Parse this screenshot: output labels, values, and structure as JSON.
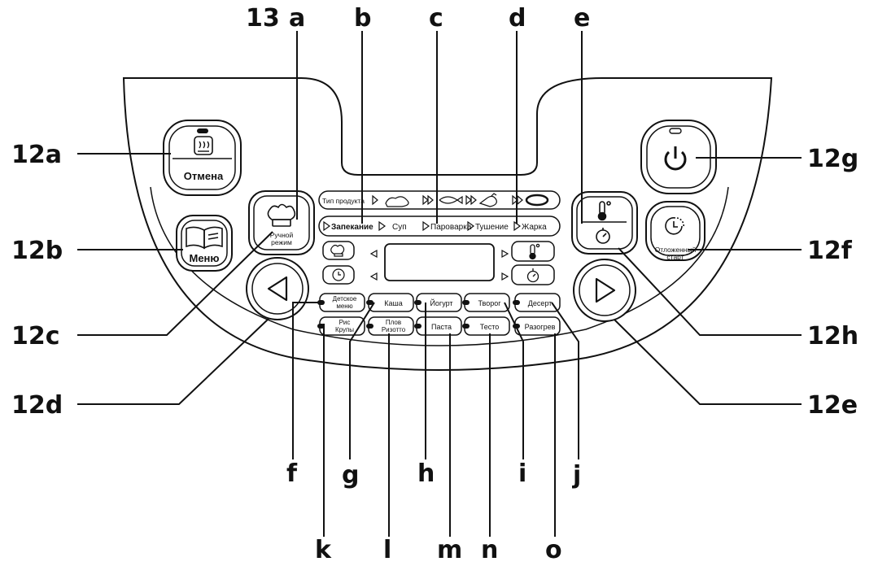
{
  "panel": {
    "cancel_label": "Отмена",
    "menu_label": "Меню",
    "manual_mode_label_1": "Ручной",
    "manual_mode_label_2": "режим",
    "delayed_start_label_1": "Отложенный",
    "delayed_start_label_2": "старт",
    "product_type_label": "Тип продукта",
    "modes": [
      "Запекание",
      "Суп",
      "Пароварка",
      "Тушение",
      "Жарка"
    ],
    "programs_row1": [
      [
        "Детское",
        "меню"
      ],
      [
        "Каша"
      ],
      [
        "Йогурт"
      ],
      [
        "Творог"
      ],
      [
        "Десерт"
      ]
    ],
    "programs_row2": [
      [
        "Рис",
        "Крупы"
      ],
      [
        "Плов",
        "Ризотто"
      ],
      [
        "Паста"
      ],
      [
        "Тесто"
      ],
      [
        "Разогрев"
      ]
    ]
  },
  "callouts": {
    "c13": "13",
    "a": "a",
    "b": "b",
    "c": "c",
    "d": "d",
    "e": "e",
    "f": "f",
    "g": "g",
    "h": "h",
    "i": "i",
    "j": "j",
    "k": "k",
    "l": "l",
    "m": "m",
    "n": "n",
    "o": "o",
    "12a": "12a",
    "12b": "12b",
    "12c": "12c",
    "12d": "12d",
    "12e": "12e",
    "12f": "12f",
    "12g": "12g",
    "12h": "12h"
  },
  "icons": {
    "steam": "steam-icon",
    "book": "book-icon",
    "chef_hat": "chef-hat-icon",
    "power": "power-icon",
    "thermometer": "thermometer-icon",
    "timer": "timer-icon",
    "clock": "clock-icon",
    "arrow_left": "arrow-left-icon",
    "arrow_right": "arrow-right-icon"
  }
}
